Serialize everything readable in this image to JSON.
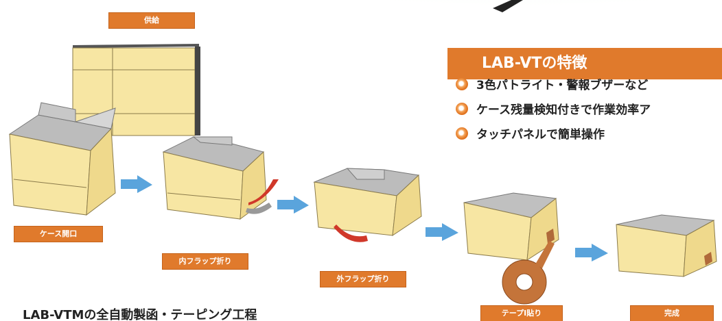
{
  "colors": {
    "accent": "#e07a2c",
    "box": "#f7e6a3",
    "arrow": "#5aa4dc"
  },
  "steps": {
    "supply": "供給",
    "open": "ケース開口",
    "inner_fold": "内フラップ折り",
    "outer_fold": "外フラップ折り",
    "tape": "テープI貼り",
    "done": "完成"
  },
  "features": {
    "title": "LAB-VTの特徴",
    "items": [
      "3色パトライト・警報ブザーなど",
      "ケース残量検知付きで作業効率ア",
      "タッチパネルで簡単操作"
    ]
  },
  "caption": "LAB-VTMの全自動製函・テーピング工程"
}
